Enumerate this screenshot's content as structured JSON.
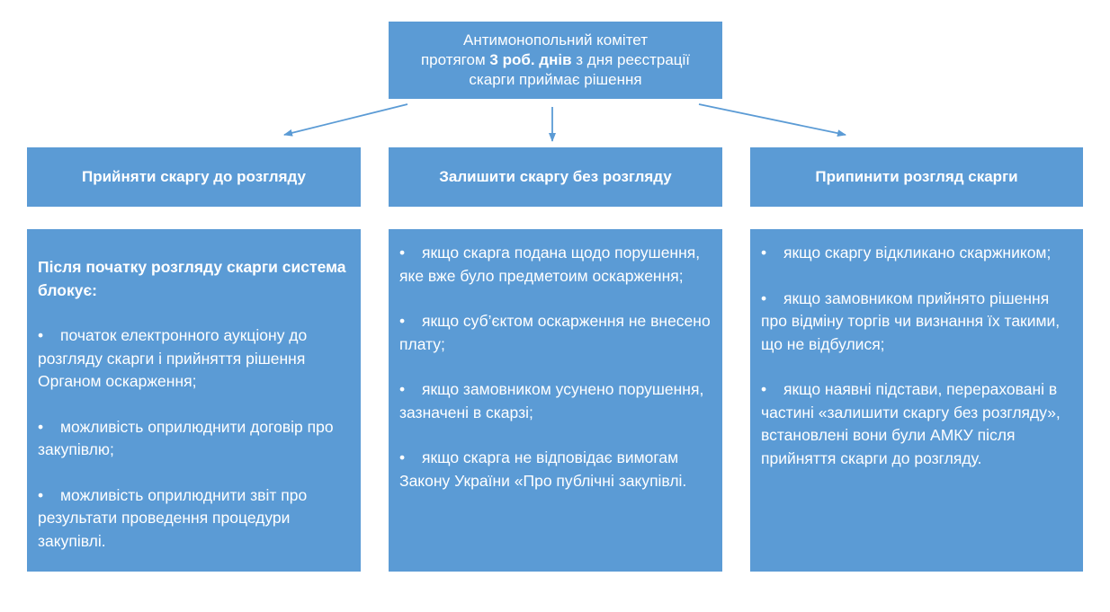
{
  "top": {
    "line1": "Антимонопольний комітет",
    "line2_pre": "протягом ",
    "line2_bold": "3 роб. днів",
    "line2_post": " з дня реєстрації",
    "line3": "скарги приймає рішення"
  },
  "columns": [
    {
      "header": "Прийняти скаргу до розгляду",
      "intro": "Після початку розгляду скарги система блокує:",
      "items": [
        "початок електронного аукціону до розгляду скарги і прийняття рішення Органом оскарження;",
        "можливість оприлюднити договір про закупівлю;",
        "можливість оприлюднити звіт про результати проведення процедури закупівлі."
      ]
    },
    {
      "header": "Залишити скаргу без розгляду",
      "items": [
        "якщо скарга подана щодо порушення, яке вже було предметоим оскарження;",
        "якщо суб’єктом оскарження не внесено плату;",
        "якщо замовником усунено порушення, зазначені в скарзі;",
        "якщо скарга не відповідає вимогам Закону України «Про публічні закупівлі."
      ]
    },
    {
      "header": "Припинити розгляд скарги",
      "items": [
        "якщо скаргу відкликано скаржником;",
        "якщо замовником прийнято рішення про відміну торгів чи визнання їх такими, що не відбулися;",
        "якщо наявні підстави, перераховані в частині «залишити скаргу без розгляду», встановлені вони були АМКУ після прийняття скарги до розгляду."
      ]
    }
  ],
  "bullet": "•",
  "colors": {
    "box": "#5b9bd5",
    "arrow": "#5b9bd5",
    "text": "#ffffff"
  }
}
